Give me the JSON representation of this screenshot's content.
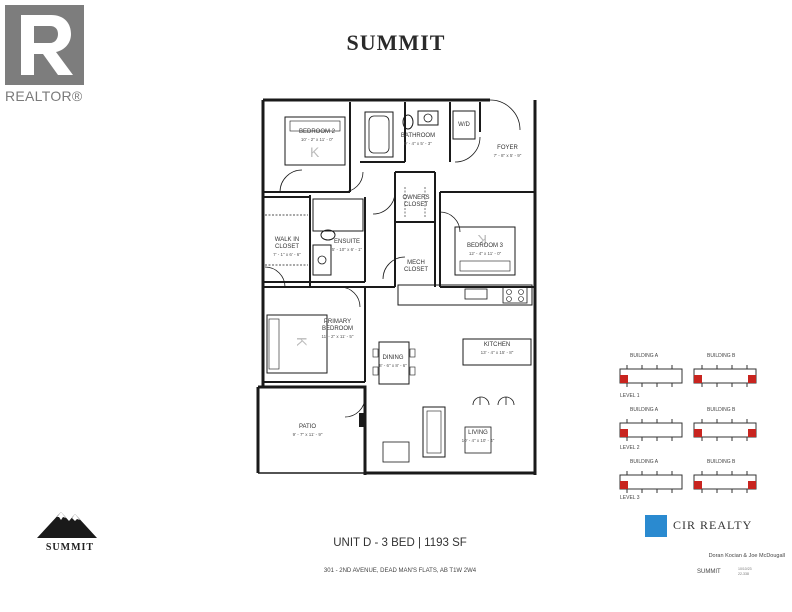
{
  "header": {
    "realtor_mark": "REALTOR®",
    "title": "SUMMIT"
  },
  "floorplan": {
    "rooms": [
      {
        "name": "BEDROOM 2",
        "dim": "10' - 2\" x 11' - 0\""
      },
      {
        "name": "BATHROOM",
        "dim": "9' - 4\" x 5' - 3\""
      },
      {
        "name": "W/D",
        "dim": ""
      },
      {
        "name": "FOYER",
        "dim": "7' - 8\" x 5' - 9\""
      },
      {
        "name": "OWNERS CLOSET",
        "dim": ""
      },
      {
        "name": "WALK IN CLOSET",
        "dim": "7' - 1\" x 6' - 6\""
      },
      {
        "name": "ENSUITE",
        "dim": "5' - 10\" x 6' - 1\""
      },
      {
        "name": "BEDROOM 3",
        "dim": "12' - 4\" x 11' - 0\""
      },
      {
        "name": "MECH CLOSET",
        "dim": ""
      },
      {
        "name": "PRIMARY BEDROOM",
        "dim": "11' - 2\" x 11' - 5\""
      },
      {
        "name": "KITCHEN",
        "dim": "13' - 4\" x 15' - 8\""
      },
      {
        "name": "DINING",
        "dim": "8' - 6\" x 8' - 6\""
      },
      {
        "name": "PATIO",
        "dim": "9' - 7\" x 11' - 9\""
      },
      {
        "name": "LIVING",
        "dim": "10' - 4\" x 10' - 4\""
      }
    ]
  },
  "levels": [
    {
      "label": "LEVEL 1",
      "building_a": "BUILDING A",
      "building_b": "BUILDING B"
    },
    {
      "label": "LEVEL 2",
      "building_a": "BUILDING A",
      "building_b": "BUILDING B"
    },
    {
      "label": "LEVEL 3",
      "building_a": "BUILDING A",
      "building_b": "BUILDING B"
    }
  ],
  "footer": {
    "logo_text": "SUMMIT",
    "unit": "UNIT D - 3 BED | 1193 SF",
    "address": "301 - 2ND AVENUE, DEAD MAN'S FLATS, AB T1W 2W4",
    "brokerage": "CIR REALTY",
    "agents": "Doran Kocian & Joe McDougall",
    "project": "SUMMIT",
    "meta_line1": "10/10/23",
    "meta_line2": "22-338"
  },
  "colors": {
    "realtor_gray": "#7d7d7d",
    "cir_blue": "#2a8ad0",
    "unit_highlight": "#c8241f",
    "wall": "#1a1a1a"
  }
}
